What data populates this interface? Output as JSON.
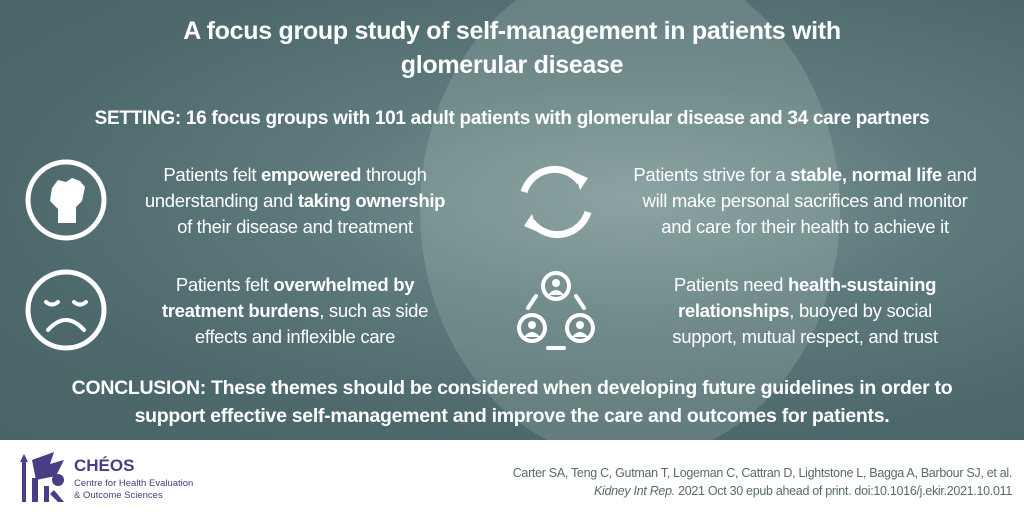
{
  "title": {
    "line1": "A focus group study of self-management in patients with",
    "line2": "glomerular disease"
  },
  "setting": "SETTING: 16 focus groups with 101 adult patients with glomerular disease and 34 care partners",
  "themes": [
    {
      "icon": "raised-fist-icon",
      "segments": [
        {
          "t": "Patients felt "
        },
        {
          "t": "empowered",
          "b": true
        },
        {
          "t": " through"
        },
        {
          "br": true
        },
        {
          "t": "understanding and "
        },
        {
          "t": "taking ownership",
          "b": true
        },
        {
          "br": true
        },
        {
          "t": "of their disease and treatment"
        }
      ]
    },
    {
      "icon": "cycle-arrows-icon",
      "segments": [
        {
          "t": "Patients strive for a "
        },
        {
          "t": "stable, normal life",
          "b": true
        },
        {
          "t": " and"
        },
        {
          "br": true
        },
        {
          "t": "will make personal sacrifices and monitor"
        },
        {
          "br": true
        },
        {
          "t": "and care for their health to achieve it"
        }
      ]
    },
    {
      "icon": "sad-face-icon",
      "segments": [
        {
          "t": "Patients felt "
        },
        {
          "t": "overwhelmed by",
          "b": true
        },
        {
          "br": true
        },
        {
          "t": "treatment burdens",
          "b": true
        },
        {
          "t": ", such as side"
        },
        {
          "br": true
        },
        {
          "t": "effects and inflexible care"
        }
      ]
    },
    {
      "icon": "people-network-icon",
      "segments": [
        {
          "t": "Patients need "
        },
        {
          "t": "health-sustaining",
          "b": true
        },
        {
          "br": true
        },
        {
          "t": "relationships",
          "b": true
        },
        {
          "t": ", buoyed by social"
        },
        {
          "br": true
        },
        {
          "t": "support, mutual respect, and trust"
        }
      ]
    }
  ],
  "conclusion": {
    "label": "CONCLUSION:",
    "line1": " These themes should be considered when developing future guidelines in order to",
    "line2": "support effective self-management and improve the care and outcomes for patients."
  },
  "logo": {
    "name": "CHÉOS",
    "sub1": "Centre for Health Evaluation",
    "sub2": "& Outcome Sciences"
  },
  "citation": {
    "authors": "Carter SA, Teng C, Gutman T, Logeman C, Cattran D, Lightstone L, Bagga A, Barbour SJ, et al.",
    "journal": "Kidney Int Rep.",
    "details": " 2021 Oct 30 epub ahead of print. doi:10.1016/j.ekir.2021.10.011"
  },
  "colors": {
    "background": "#4f6b6e",
    "logo": "#4a3d86",
    "citation": "#5a6a6c"
  }
}
